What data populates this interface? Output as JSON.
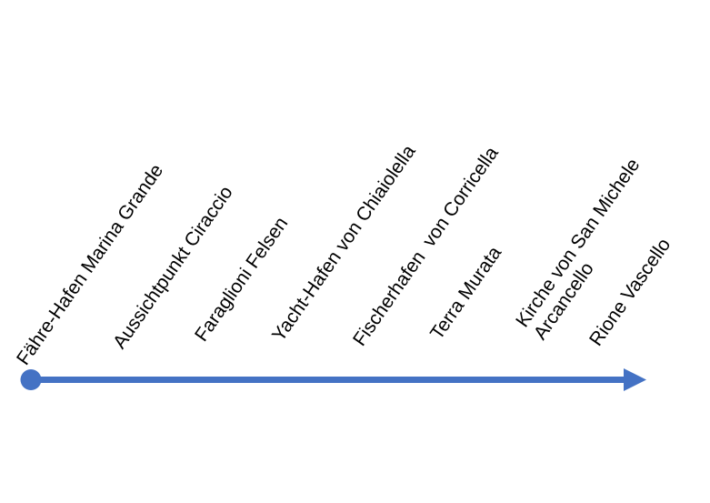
{
  "canvas": {
    "background": "#ffffff"
  },
  "timeline": {
    "type": "route-timeline",
    "direction": "left-to-right",
    "arrow_color": "#4472C4",
    "text_color": "#000000",
    "labels": [
      "Fähre-Hafen Marina Grande",
      "Aussichtpunkt Ciraccio",
      "Faraglioni Felsen",
      "Yacht-Hafen von Chiaiolella",
      "Fischerhafen  von Corricella",
      "Terra Murata",
      "Kirche von San Michele\nArcancello",
      "Rione Vascello"
    ]
  }
}
